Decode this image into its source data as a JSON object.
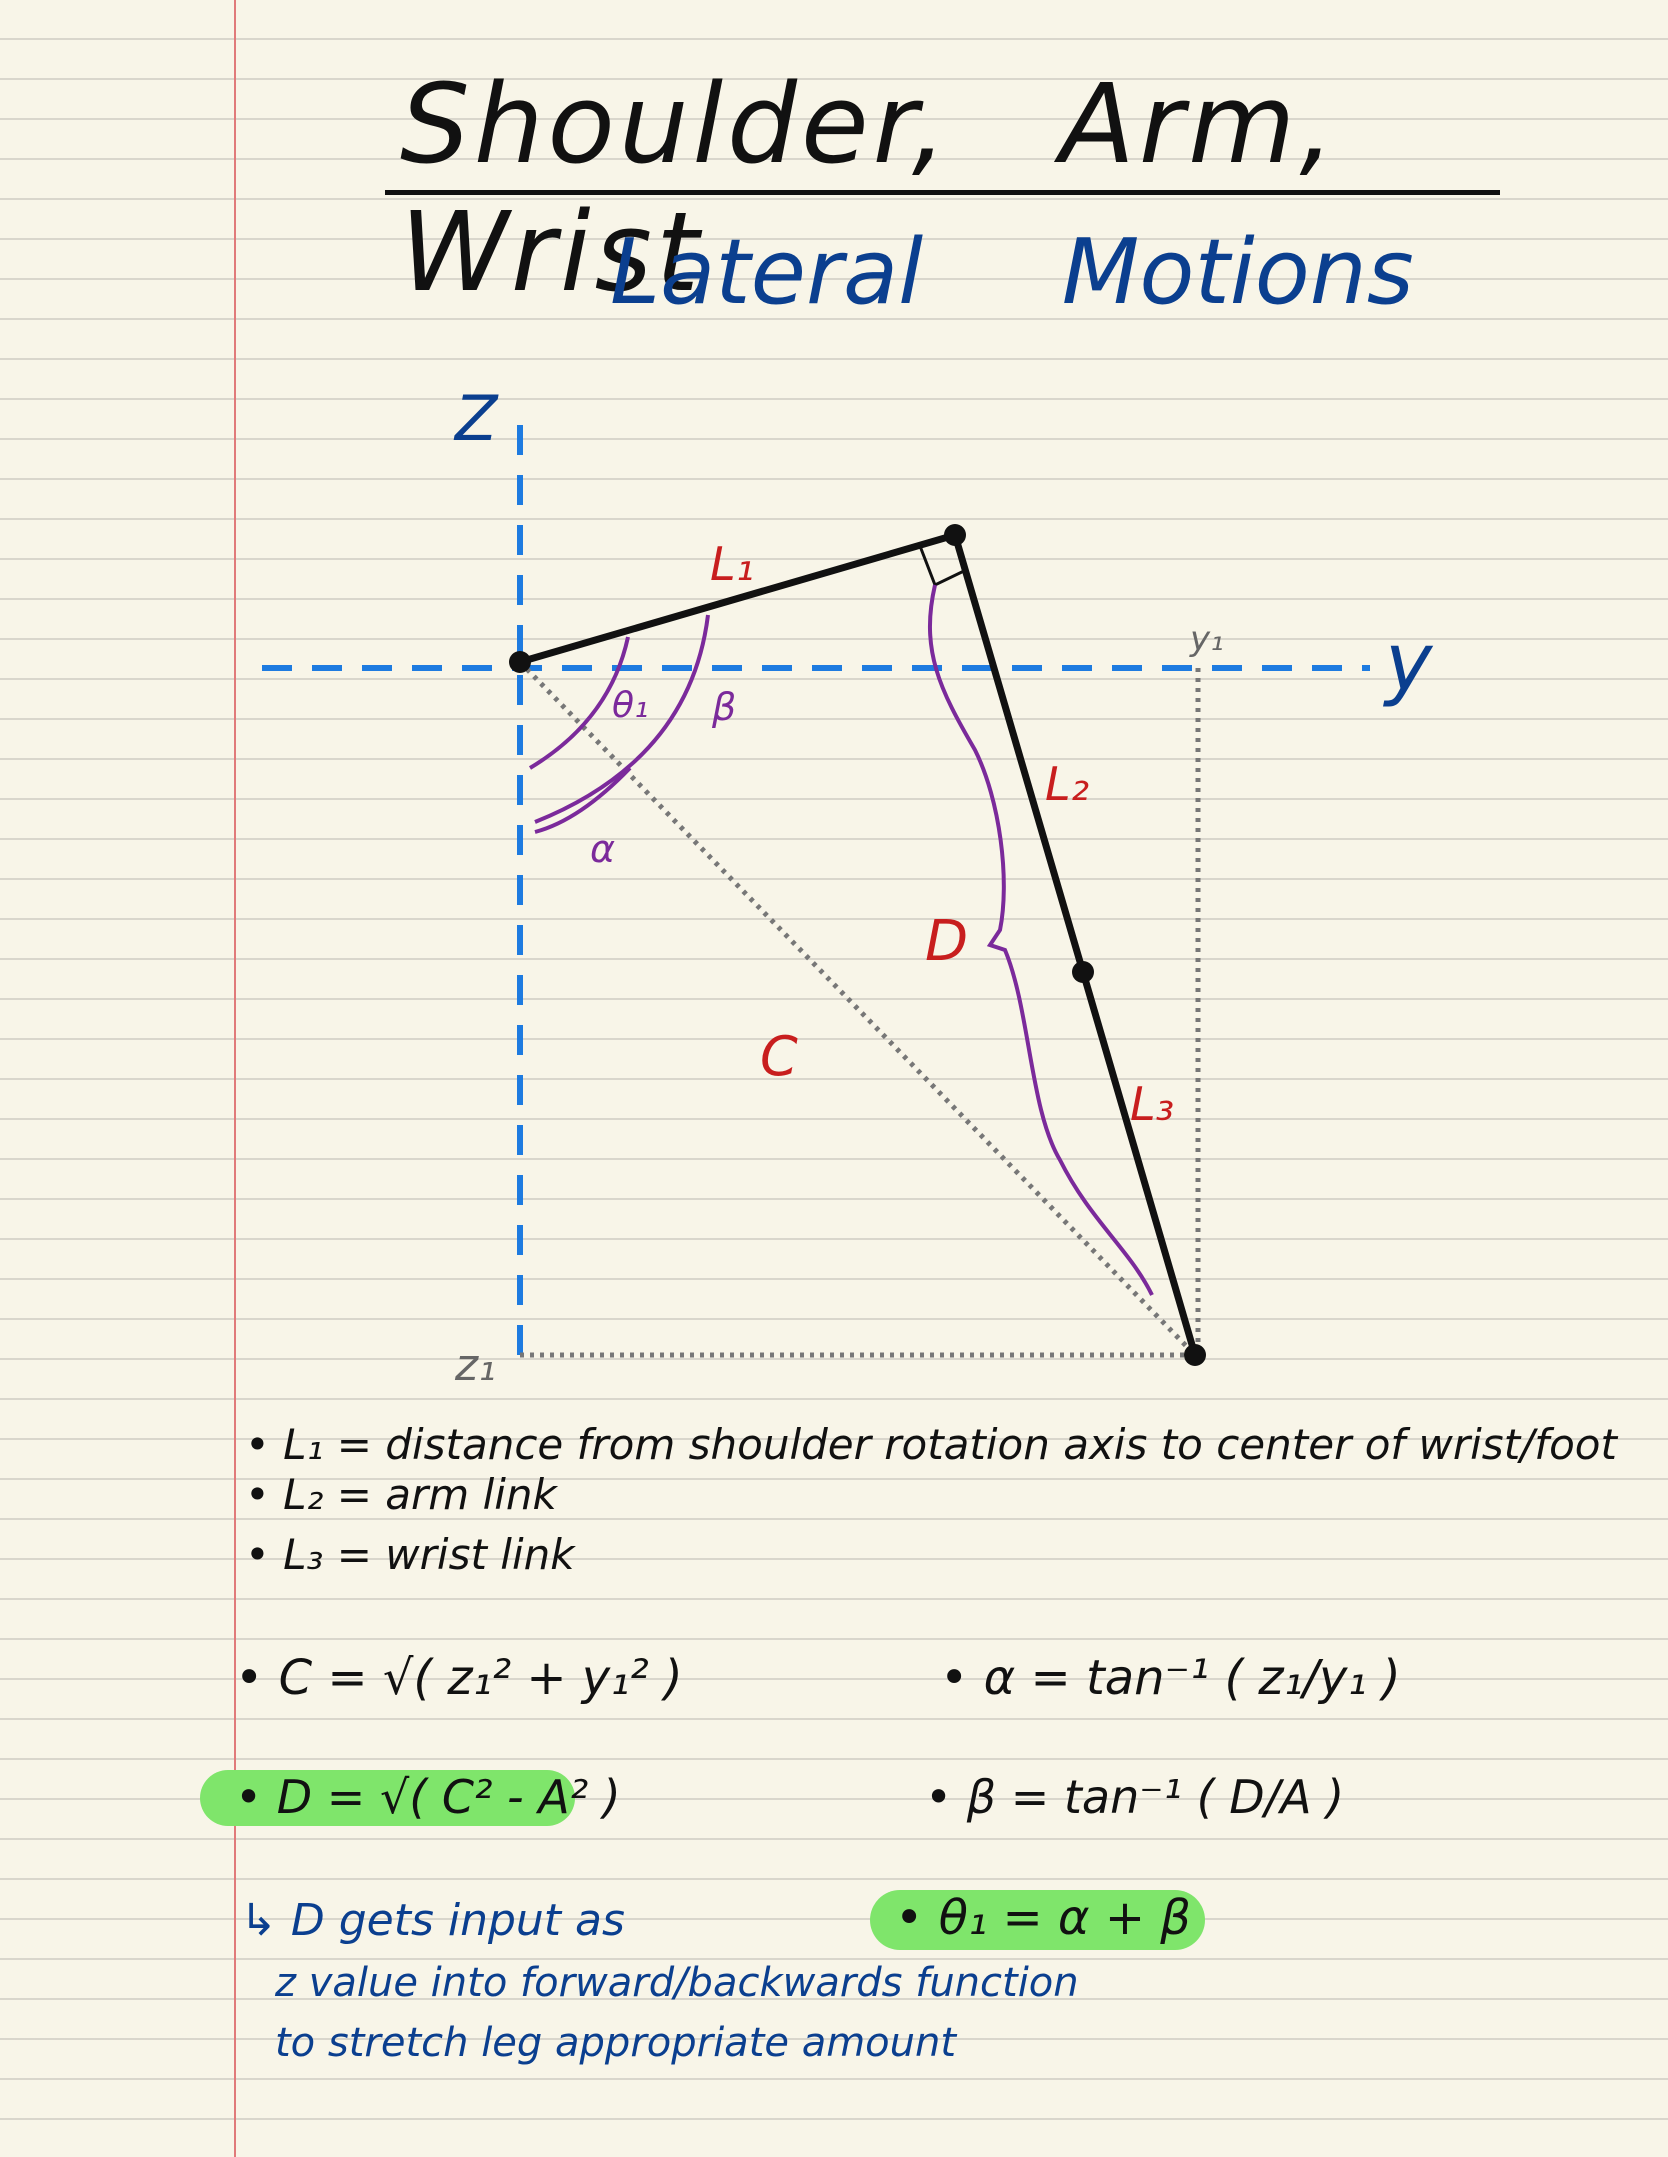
{
  "title": {
    "shoulder": "Shoulder,",
    "arm": "Arm,",
    "wrist": "Wrist"
  },
  "subtitle": {
    "lateral": "Lateral",
    "motions": "Motions"
  },
  "diagram": {
    "axis_z": "Z",
    "axis_y": "y",
    "y1": "y₁",
    "z1": "z₁",
    "l1": "L₁",
    "l2": "L₂",
    "l3": "L₃",
    "c": "C",
    "d": "D",
    "theta1": "θ₁",
    "beta": "β",
    "alpha": "α"
  },
  "definitions": [
    {
      "symbol": "L₁",
      "eq": "=",
      "text": "distance from shoulder rotation axis to center of wrist/foot"
    },
    {
      "symbol": "L₂",
      "eq": "=",
      "text": "arm link"
    },
    {
      "symbol": "L₃",
      "eq": "=",
      "text": "wrist link"
    }
  ],
  "formulas": {
    "c": "• C = √( z₁² + y₁² )",
    "alpha": "• α = tan⁻¹ ( z₁/y₁ )",
    "d": "• D = √( C² - A² )",
    "beta": "• β = tan⁻¹ ( D/A )",
    "theta": "• θ₁ = α + β"
  },
  "footnote": {
    "line1": "↳ D gets input as",
    "line2": "z value into forward/backwards function",
    "line3": "to stretch leg appropriate amount"
  }
}
